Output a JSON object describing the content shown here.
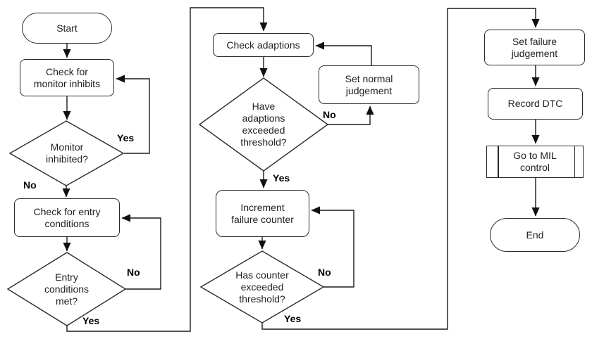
{
  "nodes": {
    "start": "Start",
    "check_monitor_inhibits": "Check for monitor inhibits",
    "monitor_inhibited": "Monitor inhibited?",
    "check_entry_conditions": "Check for entry conditions",
    "entry_conditions_met": "Entry conditions met?",
    "check_adaptions": "Check adaptions",
    "adaptions_exceeded_threshold": "Have adaptions exceeded threshold?",
    "set_normal_judgement": "Set normal judgement",
    "increment_failure_counter": "Increment failure counter",
    "counter_exceeded_threshold": "Has counter exceeded threshold?",
    "set_failure_judgement": "Set failure judgement",
    "record_dtc": "Record DTC",
    "go_to_mil_control": "Go to MIL control",
    "end": "End"
  },
  "edge_labels": {
    "monitor_inhibited_yes": "Yes",
    "monitor_inhibited_no": "No",
    "entry_conditions_no": "No",
    "entry_conditions_yes": "Yes",
    "adaptions_no": "No",
    "adaptions_yes": "Yes",
    "counter_no": "No",
    "counter_yes": "Yes"
  },
  "colors": {
    "background": "#ffffff",
    "line": "#1a1a1a",
    "node_fill": "#ffffff",
    "text": "#222222"
  }
}
